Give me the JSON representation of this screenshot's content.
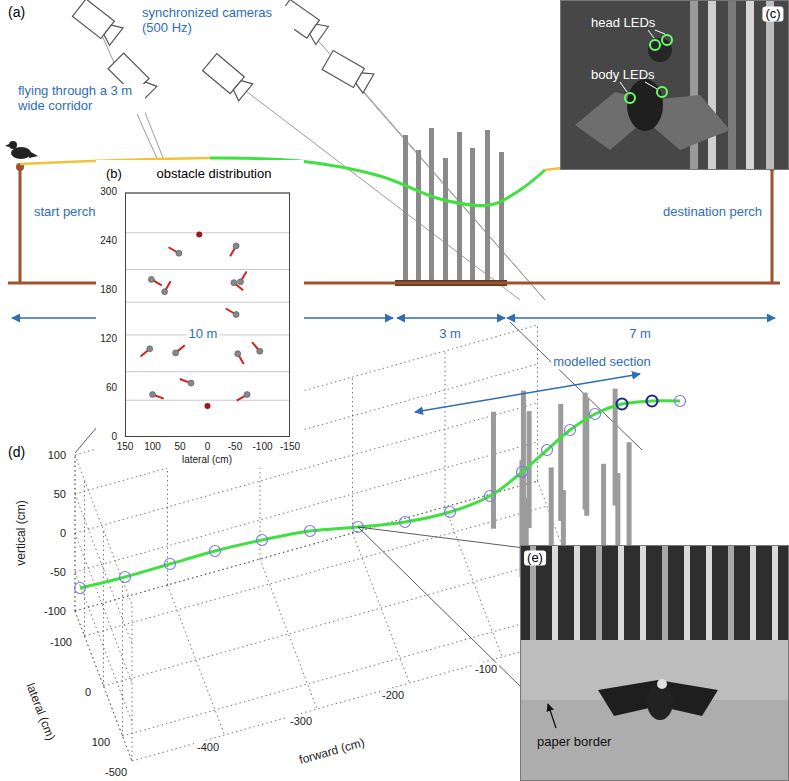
{
  "diagram": {
    "nodes": [
      {
        "text": [
          "(c)",
          "head LEDs",
          "body LEDs"
        ]
      },
      {
        "text": [
          "(b)",
          "obstacle distribution"
        ]
      },
      {
        "text": [
          "(e)",
          "paper border"
        ]
      }
    ],
    "labels": [
      "(a)",
      "synchronized cameras (500 Hz)",
      "flying through a 3 m wide corridor",
      "start perch",
      "destination perch",
      "10 m",
      "3 m",
      "7 m",
      "(d)",
      "vertical (cm)",
      "100",
      "50",
      "0",
      "-50",
      "-100",
      "lateral (cm)",
      "-100",
      "0",
      "100",
      "forward (cm)",
      "-500",
      "-400",
      "-300",
      "-200",
      "-100",
      "modelled section",
      "300",
      "240",
      "180",
      "120",
      "60",
      "0",
      "150",
      "100",
      "50",
      "0",
      "-50",
      "-100",
      "-150",
      "lateral (cm)"
    ]
  }
}
